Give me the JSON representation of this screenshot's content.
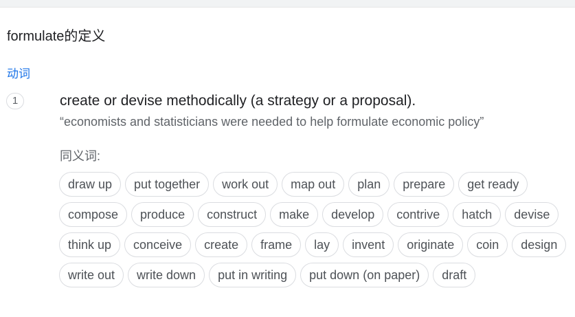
{
  "title": "formulate的定义",
  "part_of_speech": "动词",
  "sense": {
    "number": "1",
    "definition": "create or devise methodically (a strategy or a proposal).",
    "example": "“economists and statisticians were needed to help formulate economic policy”"
  },
  "synonyms_label": "同义词:",
  "synonyms": [
    [
      "draw up",
      "put together",
      "work out",
      "map out",
      "plan",
      "prepare",
      "get ready"
    ],
    [
      "compose",
      "produce",
      "construct",
      "make",
      "develop",
      "contrive",
      "hatch",
      "devise"
    ],
    [
      "think up",
      "conceive",
      "create",
      "frame",
      "lay",
      "invent",
      "originate",
      "coin",
      "design"
    ],
    [
      "write out",
      "write down",
      "put in writing",
      "put down (on paper)",
      "draft"
    ]
  ]
}
